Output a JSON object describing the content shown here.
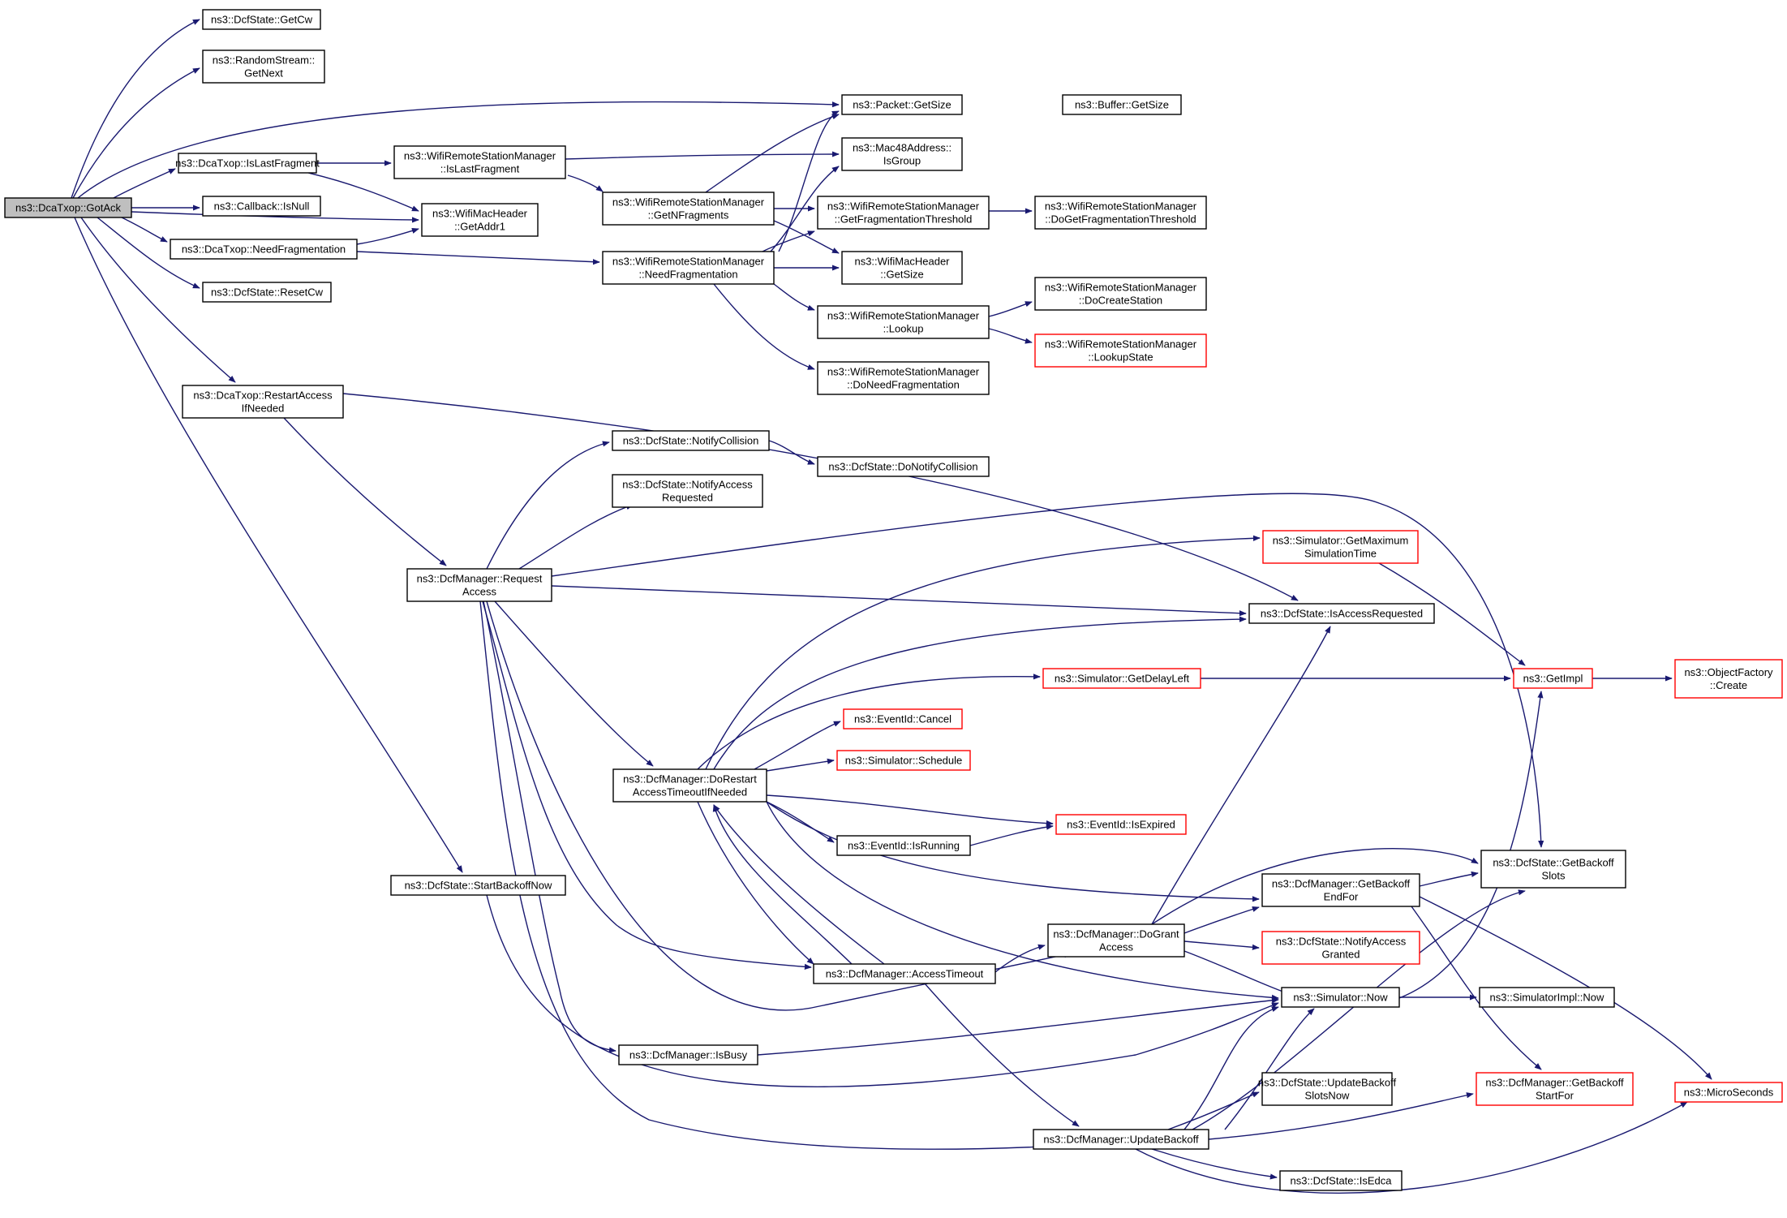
{
  "graph": {
    "edge_color": "#191970",
    "truncated_node_color": "#ff0000",
    "root_fill": "#bfbfbf",
    "nodes": [
      {
        "id": "n0",
        "lines": [
          "ns3::DcaTxop::GotAck"
        ],
        "root": true
      },
      {
        "id": "n1",
        "lines": [
          "ns3::DcfState::GetCw"
        ]
      },
      {
        "id": "n2",
        "lines": [
          "ns3::RandomStream::",
          "GetNext"
        ]
      },
      {
        "id": "n3",
        "lines": [
          "ns3::Packet::GetSize"
        ]
      },
      {
        "id": "n4",
        "lines": [
          "ns3::Buffer::GetSize"
        ]
      },
      {
        "id": "n5",
        "lines": [
          "ns3::DcaTxop::IsLastFragment"
        ]
      },
      {
        "id": "n6",
        "lines": [
          "ns3::WifiRemoteStationManager",
          "::IsLastFragment"
        ]
      },
      {
        "id": "n7",
        "lines": [
          "ns3::Mac48Address::",
          "IsGroup"
        ]
      },
      {
        "id": "n8",
        "lines": [
          "ns3::Callback::IsNull"
        ]
      },
      {
        "id": "n9",
        "lines": [
          "ns3::WifiMacHeader",
          "::GetAddr1"
        ]
      },
      {
        "id": "n10",
        "lines": [
          "ns3::WifiRemoteStationManager",
          "::GetNFragments"
        ]
      },
      {
        "id": "n11",
        "lines": [
          "ns3::WifiRemoteStationManager",
          "::GetFragmentationThreshold"
        ]
      },
      {
        "id": "n12",
        "lines": [
          "ns3::WifiRemoteStationManager",
          "::DoGetFragmentationThreshold"
        ]
      },
      {
        "id": "n13",
        "lines": [
          "ns3::DcaTxop::NeedFragmentation"
        ]
      },
      {
        "id": "n14",
        "lines": [
          "ns3::WifiRemoteStationManager",
          "::NeedFragmentation"
        ]
      },
      {
        "id": "n15",
        "lines": [
          "ns3::WifiMacHeader",
          "::GetSize"
        ]
      },
      {
        "id": "n16",
        "lines": [
          "ns3::DcfState::ResetCw"
        ]
      },
      {
        "id": "n17",
        "lines": [
          "ns3::WifiRemoteStationManager",
          "::DoCreateStation"
        ]
      },
      {
        "id": "n18",
        "lines": [
          "ns3::WifiRemoteStationManager",
          "::Lookup"
        ]
      },
      {
        "id": "n19",
        "lines": [
          "ns3::WifiRemoteStationManager",
          "::LookupState"
        ],
        "red": true
      },
      {
        "id": "n20",
        "lines": [
          "ns3::WifiRemoteStationManager",
          "::DoNeedFragmentation"
        ]
      },
      {
        "id": "n21",
        "lines": [
          "ns3::DcaTxop::RestartAccess",
          "IfNeeded"
        ]
      },
      {
        "id": "n22",
        "lines": [
          "ns3::DcfState::NotifyCollision"
        ]
      },
      {
        "id": "n23",
        "lines": [
          "ns3::DcfState::DoNotifyCollision"
        ]
      },
      {
        "id": "n24",
        "lines": [
          "ns3::DcfState::NotifyAccess",
          "Requested"
        ]
      },
      {
        "id": "n25",
        "lines": [
          "ns3::Simulator::GetMaximum",
          "SimulationTime"
        ],
        "red": true
      },
      {
        "id": "n26",
        "lines": [
          "ns3::DcfManager::Request",
          "Access"
        ]
      },
      {
        "id": "n27",
        "lines": [
          "ns3::DcfState::IsAccessRequested"
        ]
      },
      {
        "id": "n28",
        "lines": [
          "ns3::Simulator::GetDelayLeft"
        ],
        "red": true
      },
      {
        "id": "n29",
        "lines": [
          "ns3::GetImpl"
        ],
        "red": true
      },
      {
        "id": "n30",
        "lines": [
          "ns3::ObjectFactory",
          "::Create"
        ],
        "red": true
      },
      {
        "id": "n31",
        "lines": [
          "ns3::EventId::Cancel"
        ],
        "red": true
      },
      {
        "id": "n32",
        "lines": [
          "ns3::Simulator::Schedule"
        ],
        "red": true
      },
      {
        "id": "n33",
        "lines": [
          "ns3::DcfManager::DoRestart",
          "AccessTimeoutIfNeeded"
        ]
      },
      {
        "id": "n34",
        "lines": [
          "ns3::EventId::IsExpired"
        ],
        "red": true
      },
      {
        "id": "n35",
        "lines": [
          "ns3::EventId::IsRunning"
        ]
      },
      {
        "id": "n36",
        "lines": [
          "ns3::DcfState::GetBackoff",
          "Slots"
        ]
      },
      {
        "id": "n37",
        "lines": [
          "ns3::DcfManager::GetBackoff",
          "EndFor"
        ]
      },
      {
        "id": "n38",
        "lines": [
          "ns3::DcfState::StartBackoffNow"
        ]
      },
      {
        "id": "n39",
        "lines": [
          "ns3::DcfManager::DoGrant",
          "Access"
        ]
      },
      {
        "id": "n40",
        "lines": [
          "ns3::DcfState::NotifyAccess",
          "Granted"
        ],
        "red": true
      },
      {
        "id": "n41",
        "lines": [
          "ns3::DcfManager::AccessTimeout"
        ]
      },
      {
        "id": "n42",
        "lines": [
          "ns3::Simulator::Now"
        ]
      },
      {
        "id": "n43",
        "lines": [
          "ns3::SimulatorImpl::Now"
        ]
      },
      {
        "id": "n44",
        "lines": [
          "ns3::DcfManager::IsBusy"
        ]
      },
      {
        "id": "n45",
        "lines": [
          "ns3::DcfState::UpdateBackoff",
          "SlotsNow"
        ]
      },
      {
        "id": "n46",
        "lines": [
          "ns3::DcfManager::GetBackoff",
          "StartFor"
        ],
        "red": true
      },
      {
        "id": "n47",
        "lines": [
          "ns3::MicroSeconds"
        ],
        "red": true
      },
      {
        "id": "n48",
        "lines": [
          "ns3::DcfManager::UpdateBackoff"
        ]
      },
      {
        "id": "n49",
        "lines": [
          "ns3::DcfState::IsEdca"
        ]
      }
    ]
  }
}
